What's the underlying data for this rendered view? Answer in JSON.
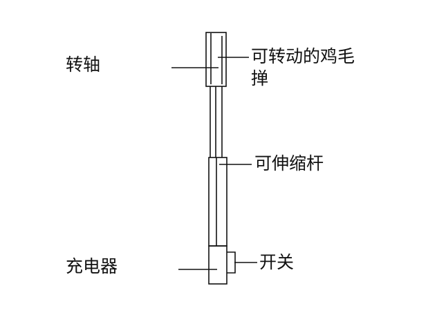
{
  "labels": {
    "rotating_shaft": "转轴",
    "rotating_duster_line1": "可转动的鸡毛",
    "rotating_duster_line2": "掸",
    "telescopic_rod": "可伸缩杆",
    "charger": "充电器",
    "switch": "开关"
  }
}
